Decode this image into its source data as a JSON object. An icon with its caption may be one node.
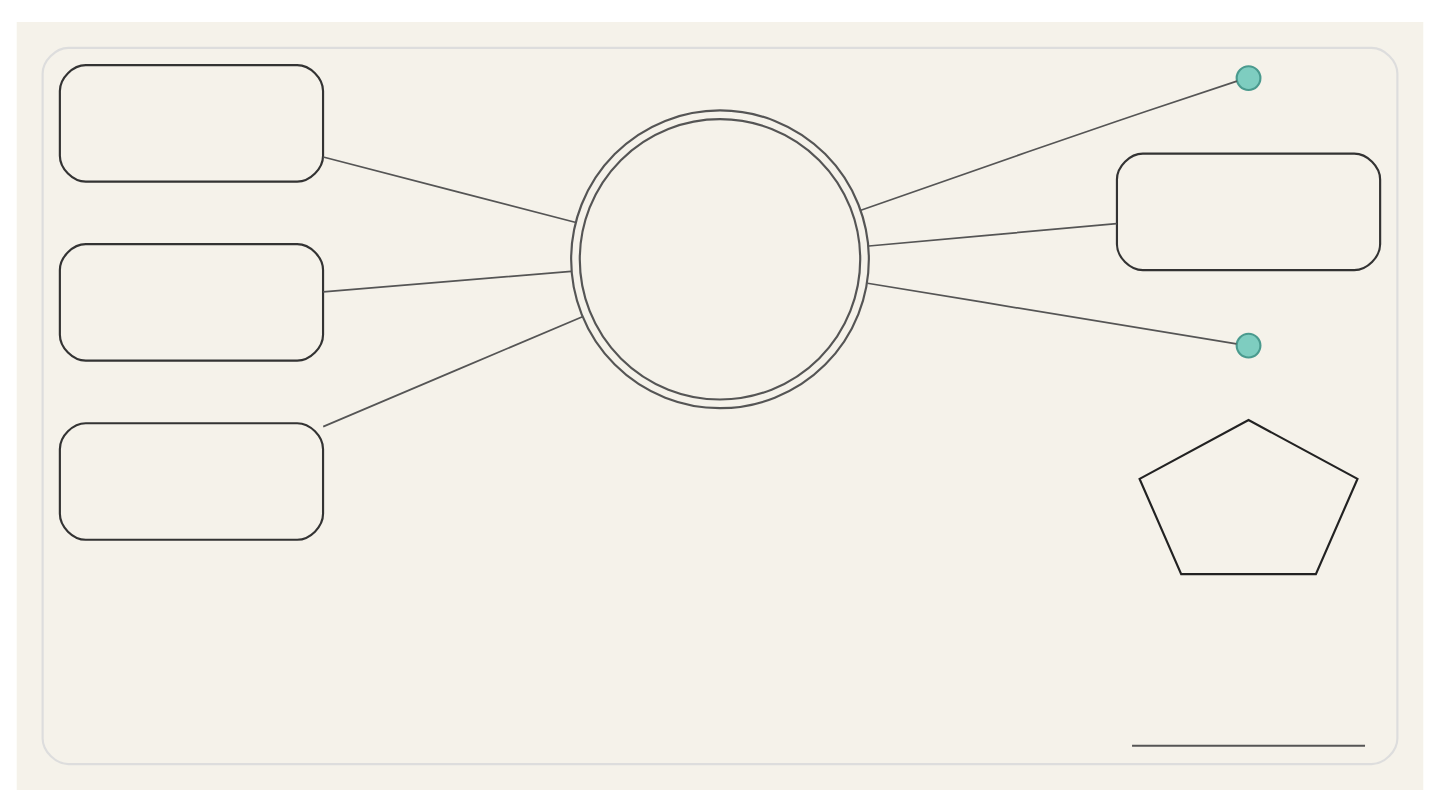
{
  "diagram": {
    "nodes": [
      {
        "text": [],
        "shape": "box"
      },
      {
        "text": [],
        "shape": "box",
        "in": 0
      },
      {
        "text": [],
        "shape": "box",
        "in": 0
      },
      {
        "text": [],
        "shape": "box",
        "in": 0
      },
      {
        "text": [],
        "shape": "circle",
        "in": 0
      },
      {
        "text": [],
        "shape": "circle",
        "in": 0
      },
      {
        "text": [],
        "shape": "box",
        "in": 0
      },
      {
        "text": [],
        "shape": "circle",
        "in": 0
      },
      {
        "text": [],
        "shape": "pentagon",
        "in": 0
      },
      {
        "text": [],
        "shape": "chart",
        "in": 0
      }
    ],
    "edges": [
      {
        "from": 1,
        "to": 4,
        "arrow": "none"
      },
      {
        "from": 2,
        "to": 4,
        "arrow": "none"
      },
      {
        "from": 3,
        "to": 4,
        "arrow": "none"
      },
      {
        "from": 4,
        "to": 5,
        "arrow": "none"
      },
      {
        "from": 4,
        "to": 6,
        "arrow": "none"
      },
      {
        "from": 4,
        "to": 7,
        "arrow": "none"
      }
    ]
  }
}
